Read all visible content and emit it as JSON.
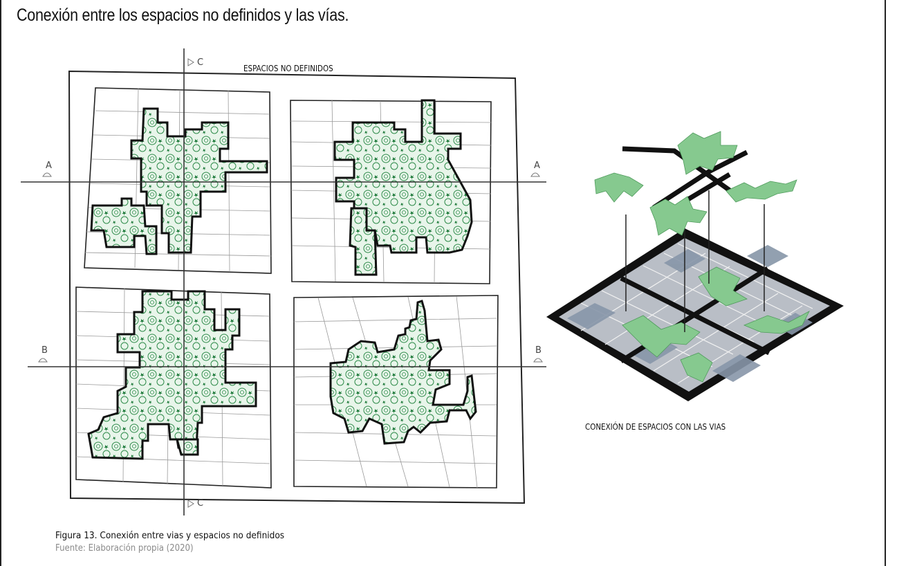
{
  "title": "Conexión entre los espacios no definidos y las vías.",
  "plan": {
    "label": "ESPACIOS NO DEFINIDOS",
    "section_a": "A",
    "section_b": "B",
    "section_c": "C"
  },
  "isometric": {
    "label": "CONEXIÓN DE ESPACIOS CON LAS VIAS"
  },
  "caption": "Figura 13.  Conexión entre vias y espacios no definidos",
  "source": "Fuente: Elaboración propia (2020)",
  "colors": {
    "green_fill": "#86c98f",
    "green_dark": "#1d7a3a",
    "outline": "#111111",
    "lot_gray": "#c9ccd2",
    "lot_blue": "#7f8d9e"
  }
}
